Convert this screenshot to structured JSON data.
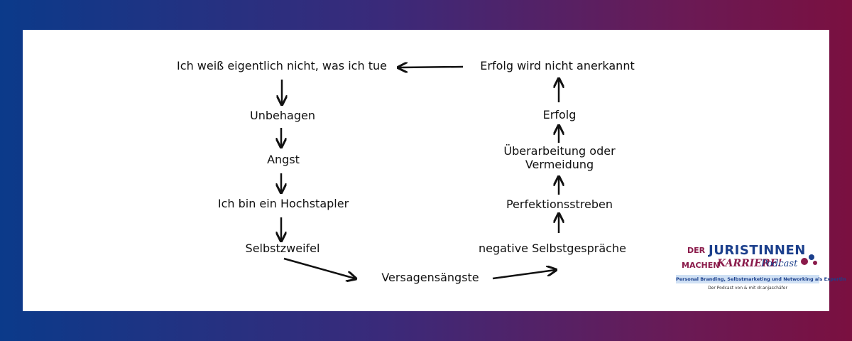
{
  "diagram": {
    "nodes": {
      "n1": "Ich weiß eigentlich nicht, was ich tue",
      "n2": "Unbehagen",
      "n3": "Angst",
      "n4": "Ich bin ein Hochstapler",
      "n5": "Selbstzweifel",
      "n6": "Versagensängste",
      "n7": "negative Selbstgespräche",
      "n8": "Perfektionsstreben",
      "n9a": "Überarbeitung oder",
      "n9b": "Vermeidung",
      "n10": "Erfolg",
      "n11": "Erfolg wird nicht anerkannt"
    },
    "edges": [
      [
        "n1",
        "n2"
      ],
      [
        "n2",
        "n3"
      ],
      [
        "n3",
        "n4"
      ],
      [
        "n4",
        "n5"
      ],
      [
        "n5",
        "n6"
      ],
      [
        "n6",
        "n7"
      ],
      [
        "n7",
        "n8"
      ],
      [
        "n8",
        "n9"
      ],
      [
        "n9",
        "n10"
      ],
      [
        "n10",
        "n11"
      ],
      [
        "n11",
        "n1"
      ]
    ]
  },
  "logo": {
    "der": "DER",
    "juristinnen": "JURISTINNEN",
    "machen": "MACHEN",
    "karriere": "KARRIERE!",
    "podcast": "Podcast",
    "tagline": "Personal Branding, Selbstmarketing und Networking als Expertin",
    "byline": "Der Podcast von & mit dr.anjaschäfer"
  },
  "colors": {
    "gradient_left": "#0b3a8a",
    "gradient_right": "#7a1040",
    "logo_blue": "#1b3f8c",
    "logo_red": "#8a1a4a"
  }
}
